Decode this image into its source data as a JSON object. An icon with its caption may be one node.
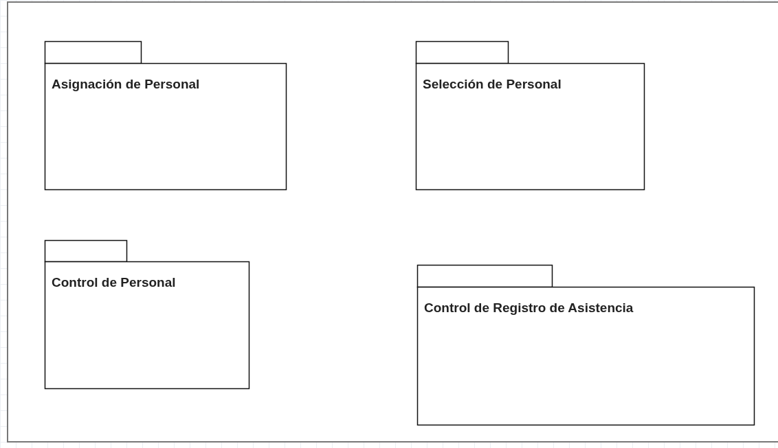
{
  "diagram": {
    "nodes": [
      {
        "text": [
          "Asignación de Personal"
        ]
      },
      {
        "text": [
          "Selección de Personal"
        ]
      },
      {
        "text": [
          "Control de Personal"
        ]
      },
      {
        "text": [
          "Control de Registro de Asistencia"
        ]
      }
    ]
  }
}
